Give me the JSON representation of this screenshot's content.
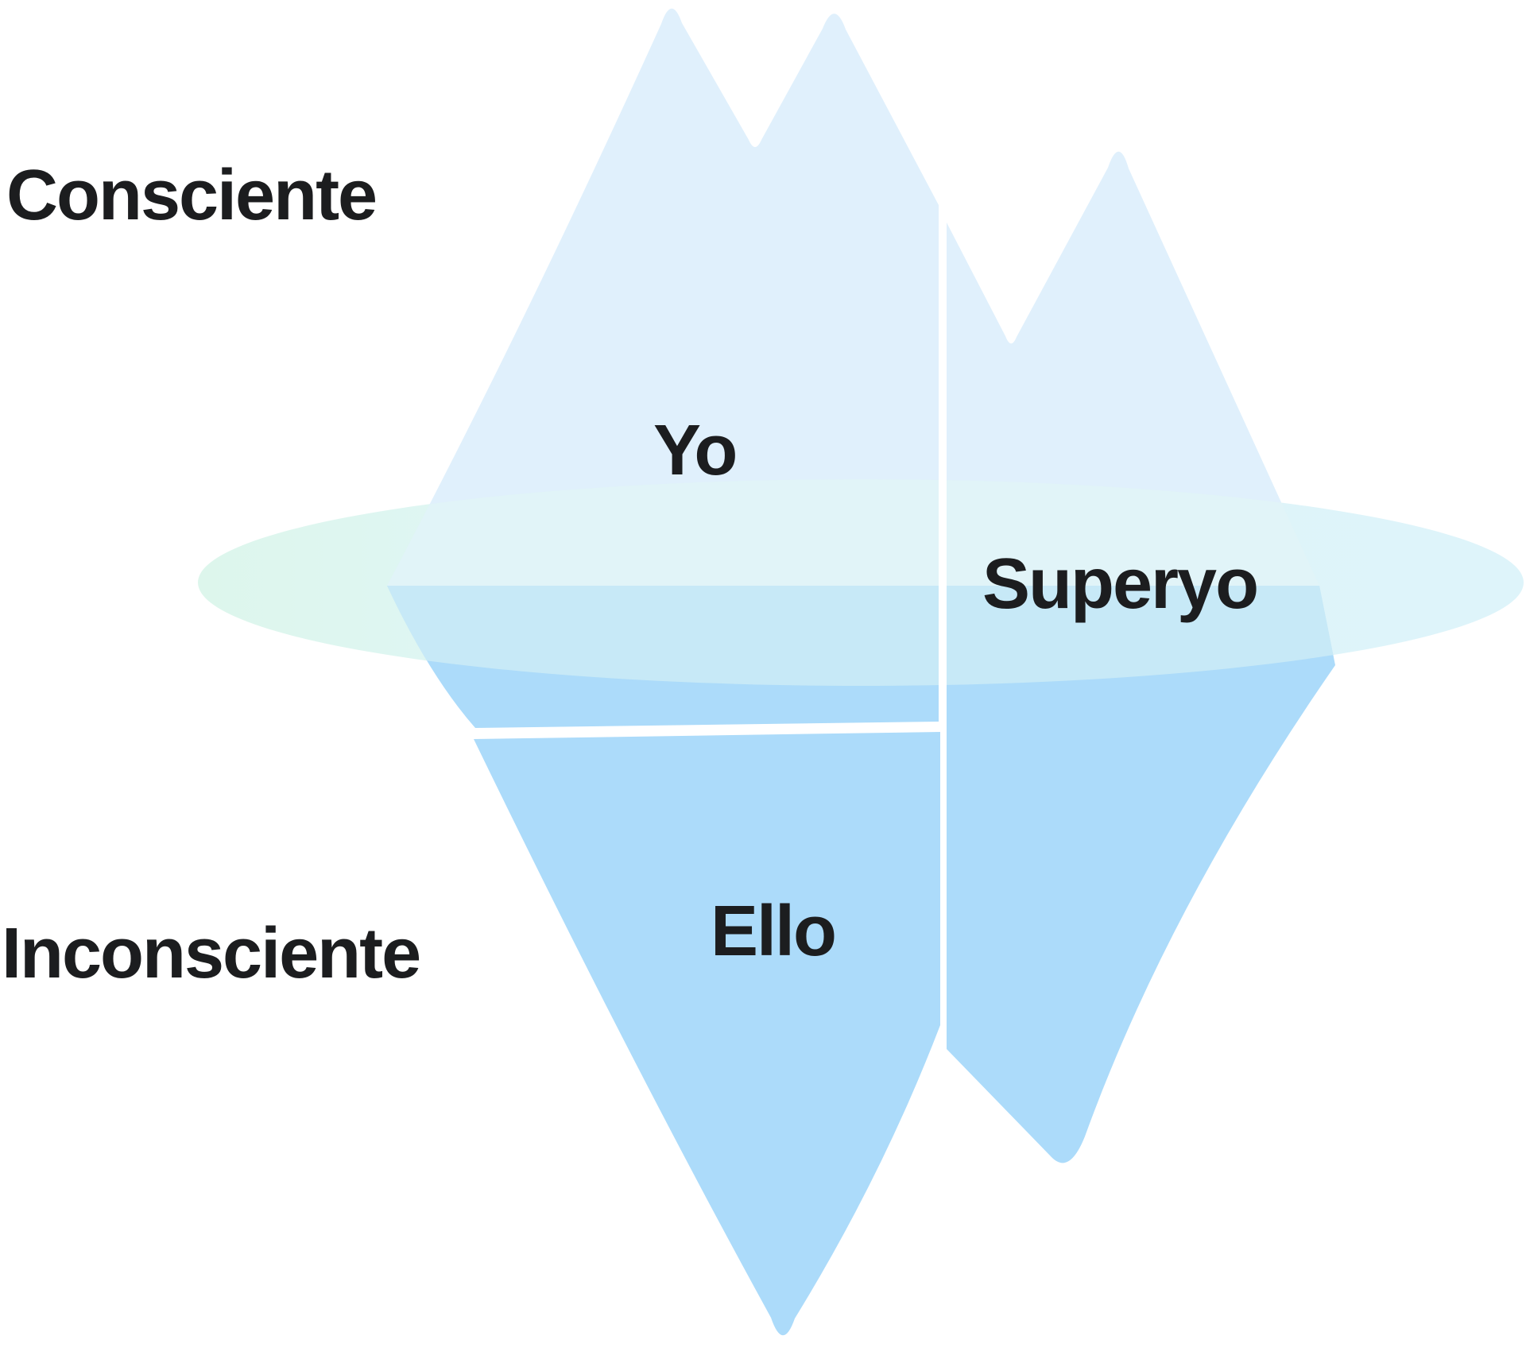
{
  "labels": {
    "consciente": "Consciente",
    "inconsciente": "Inconsciente",
    "yo": "Yo",
    "superyo": "Superyo",
    "ello": "Ello"
  },
  "palette": {
    "background": "#ffffff",
    "text": "#1c1d1f",
    "iceberg_above_water": "#e0f0fc",
    "iceberg_below_water": "#acdbfa",
    "water_surface_left": "#ddf6ec",
    "water_surface_mid": "#e0f6f7",
    "water_surface_right": "#def4fa",
    "water_depth_tint": "rgba(225,248,244,0.5)",
    "gap_color": "#ffffff"
  }
}
